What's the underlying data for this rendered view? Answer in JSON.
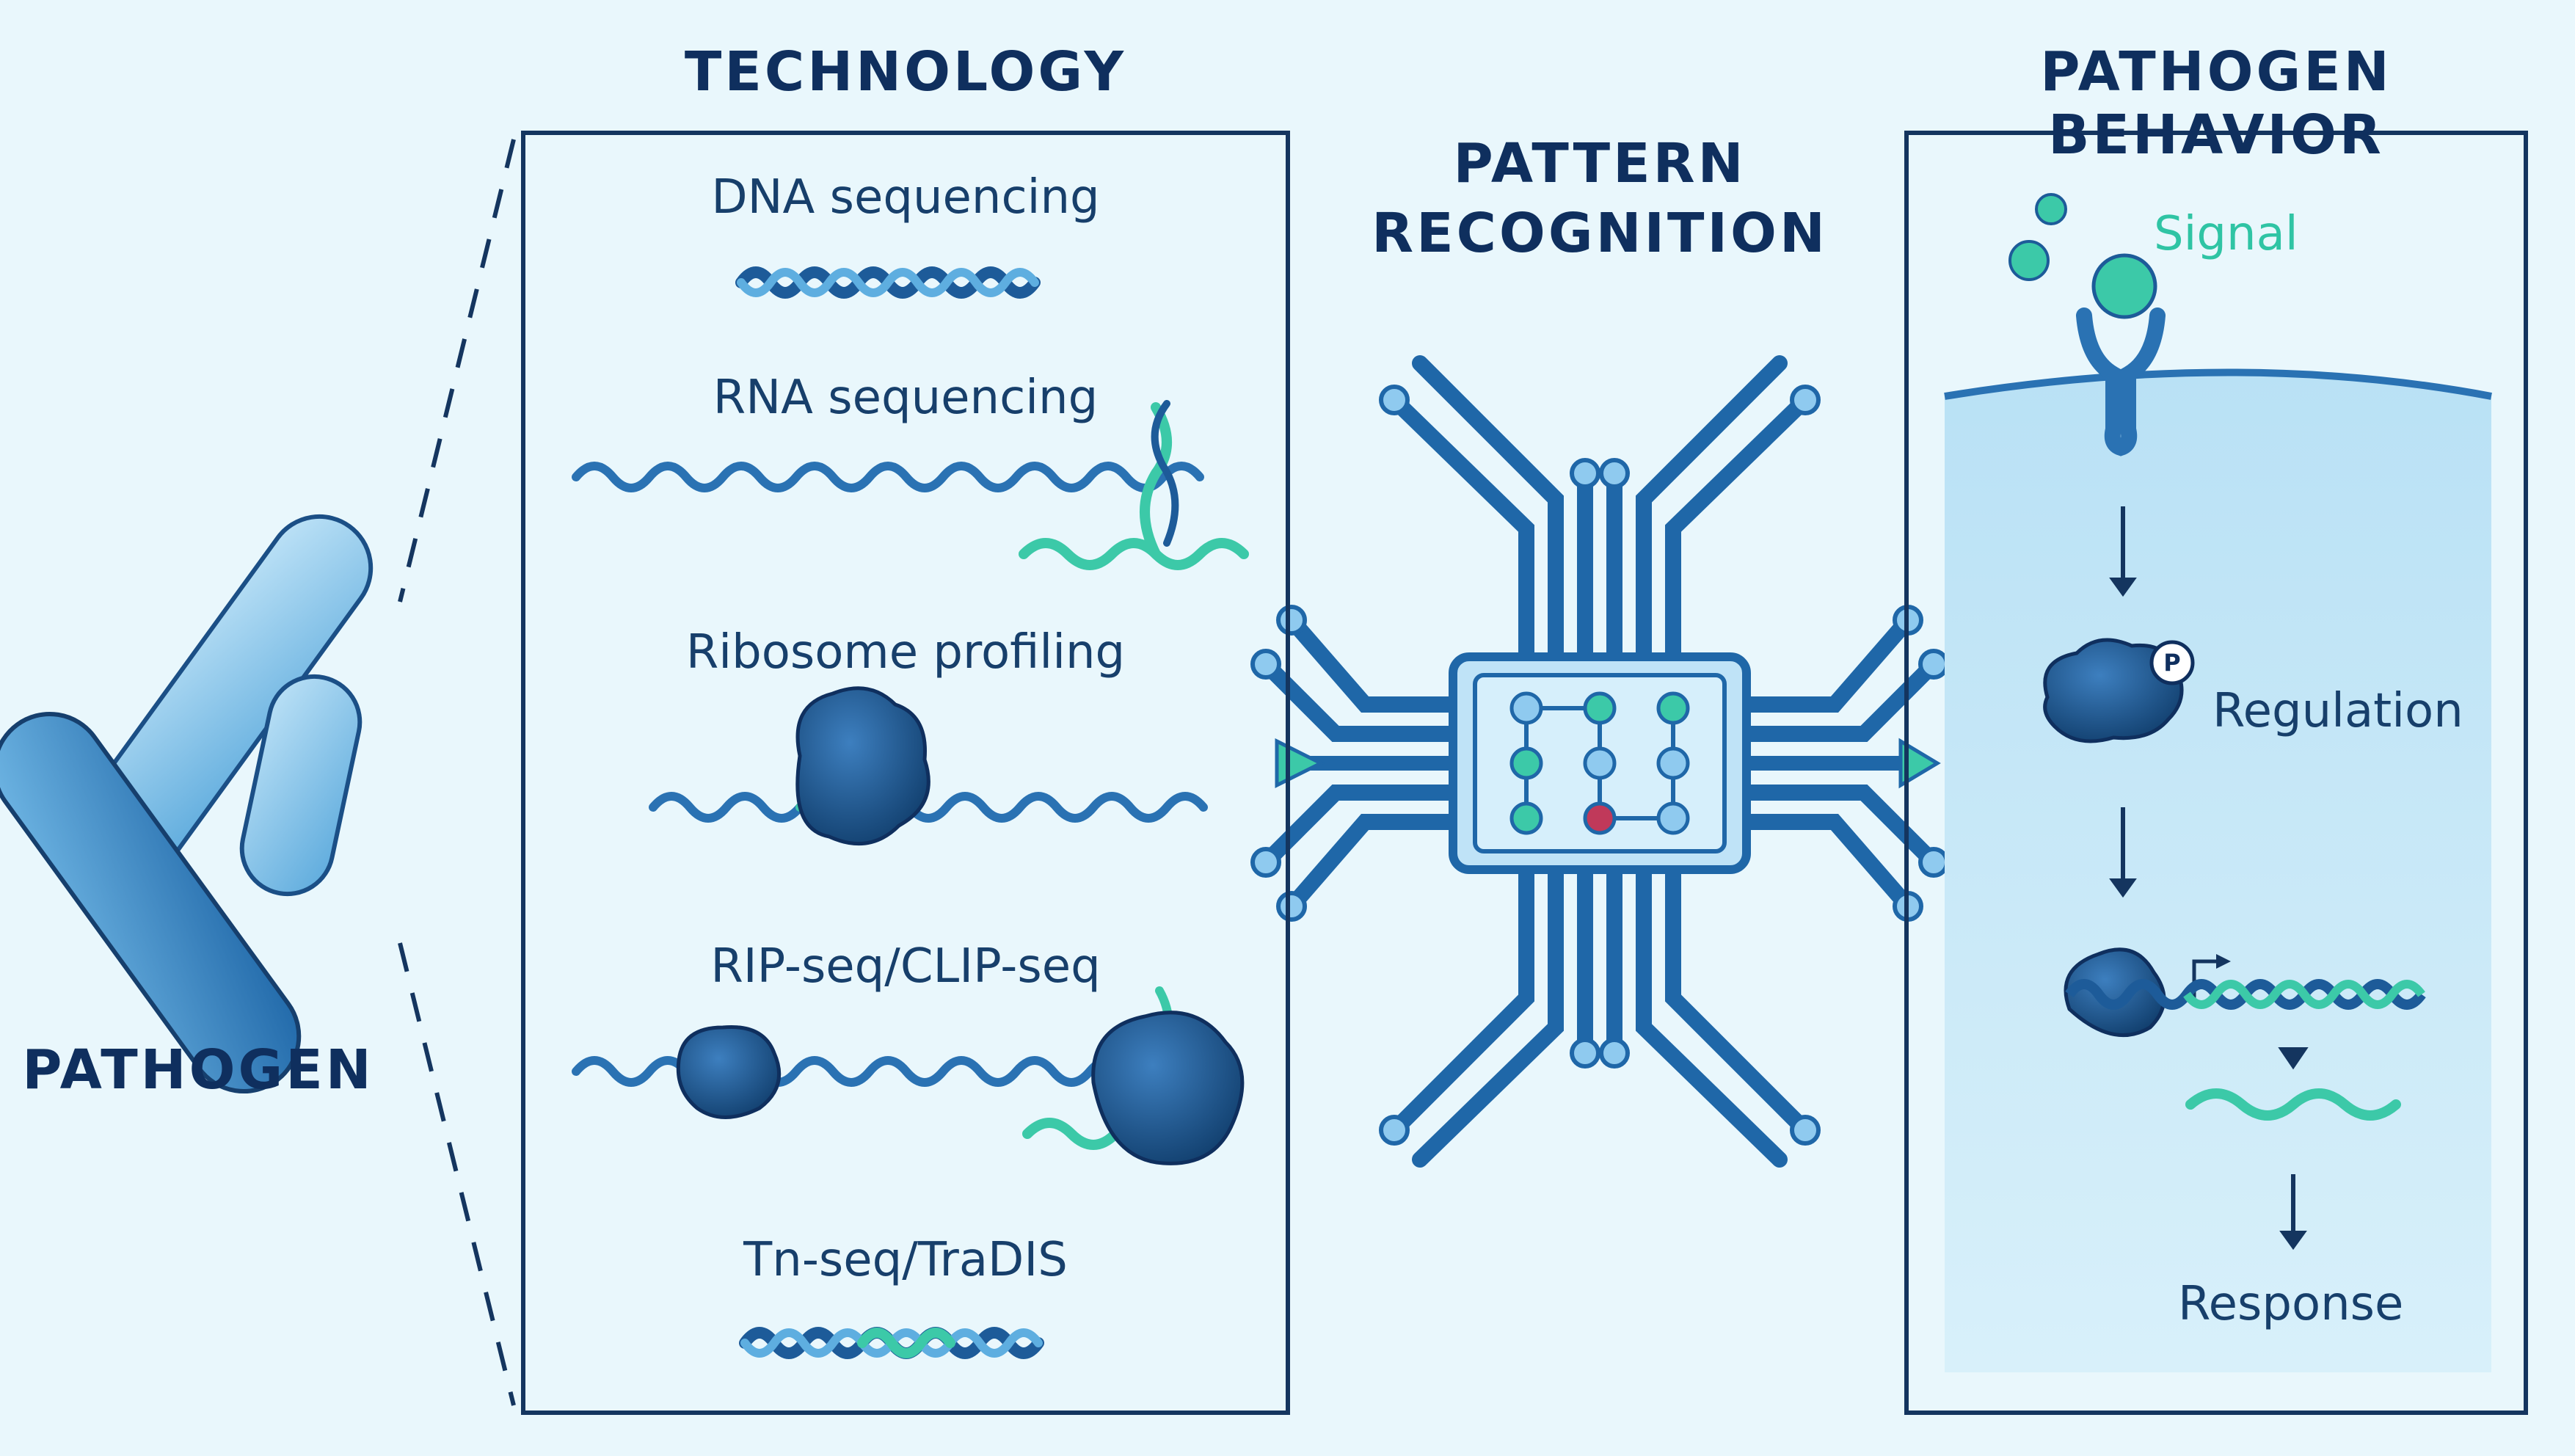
{
  "headings": {
    "technology": "TECHNOLOGY",
    "pattern_recognition_line1": "PATTERN",
    "pattern_recognition_line2": "RECOGNITION",
    "pathogen_behavior": "PATHOGEN BEHAVIOR",
    "pathogen": "PATHOGEN"
  },
  "technology_items": [
    {
      "label": "DNA sequencing"
    },
    {
      "label": "RNA sequencing"
    },
    {
      "label": "Ribosome profiling"
    },
    {
      "label": "RIP-seq/CLIP-seq"
    },
    {
      "label": "Tn-seq/TraDIS"
    }
  ],
  "behavior": {
    "signal": "Signal",
    "phospho": "P",
    "regulation": "Regulation",
    "response": "Response"
  },
  "colors": {
    "background": "#e9f7fc",
    "dark_navy": "#14355f",
    "blue": "#2f7fc0",
    "light_blue": "#8fcaef",
    "teal": "#3cc9a8",
    "red": "#c0395a"
  }
}
